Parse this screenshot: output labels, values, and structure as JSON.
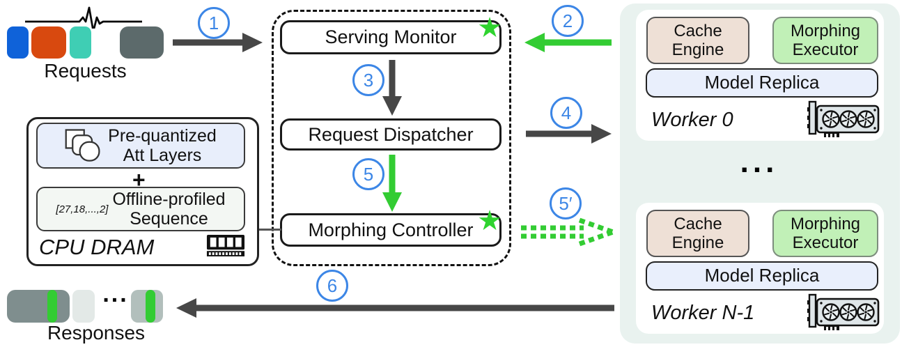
{
  "requests": {
    "label": "Requests"
  },
  "responses": {
    "label": "Responses"
  },
  "scheduler": {
    "monitor_label": "Serving Monitor",
    "dispatcher_label": "Request Dispatcher",
    "controller_label": "Morphing Controller"
  },
  "dram": {
    "prequantized_line1": "Pre-quantized",
    "prequantized_line2": "Att Layers",
    "plus": "+",
    "sequence_values": "[27,18,...,2]",
    "offline_line1": "Offline-profiled",
    "offline_line2": "Sequence",
    "label": "CPU DRAM"
  },
  "workers": [
    {
      "name": "Worker 0",
      "cache": "Cache Engine",
      "executor": "Morphing Executor",
      "replica": "Model Replica"
    },
    {
      "name": "Worker N-1",
      "cache": "Cache Engine",
      "executor": "Morphing Executor",
      "replica": "Model Replica"
    }
  ],
  "steps": {
    "s1": "1",
    "s2": "2",
    "s3": "3",
    "s4": "4",
    "s5": "5",
    "s5p": "5′",
    "s6": "6"
  },
  "ellipsis": "...",
  "icons": {
    "star": "★"
  },
  "colors": {
    "accent_green": "#33cc33",
    "accent_blue": "#3c86e6",
    "arrow_dark": "#474747",
    "chip_blue": "#0f62d9",
    "chip_orange": "#d8490f",
    "chip_teal": "#3fceb4",
    "chip_gray": "#5c6a6b",
    "response_gray": "#7f8e8e",
    "cache_fill": "#eee0d6",
    "executor_fill": "#c1f0b7",
    "replica_fill": "#e9effc",
    "panel_fill": "#e9f2ef"
  }
}
